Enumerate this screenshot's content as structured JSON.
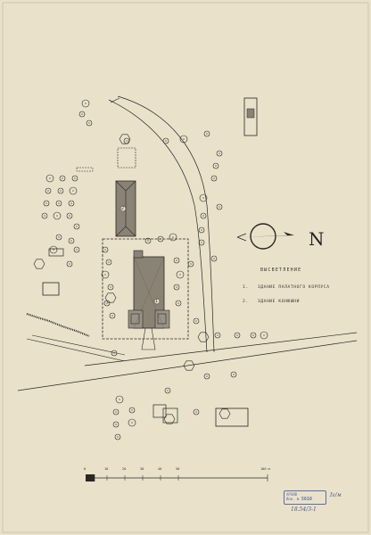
{
  "legend": {
    "title": "ВЫСВЕТЛЕНИЕ",
    "items": [
      {
        "num": "1.",
        "text": "ЗДАНИЕ ПАЛАТНОГО КОРПУСА"
      },
      {
        "num": "2.",
        "text": "ЗДАНИЕ КОНЮШНИ"
      }
    ]
  },
  "north": {
    "letter": "N",
    "icon": "north-arrow-icon"
  },
  "scale_bar": {
    "labels": [
      "0",
      "10",
      "20",
      "30",
      "40",
      "50",
      "100 м"
    ]
  },
  "building_labels": [
    "1",
    "2"
  ],
  "stamp": {
    "line1": "АРХИВ",
    "line2": "Инв. №",
    "number": "5610"
  },
  "handwritten": {
    "code": "18.54/3-1",
    "sheet": "Iv/м"
  },
  "colors": {
    "paper": "#e9e1ca",
    "ink": "#2b2722",
    "stamp": "#5b6fa8"
  }
}
